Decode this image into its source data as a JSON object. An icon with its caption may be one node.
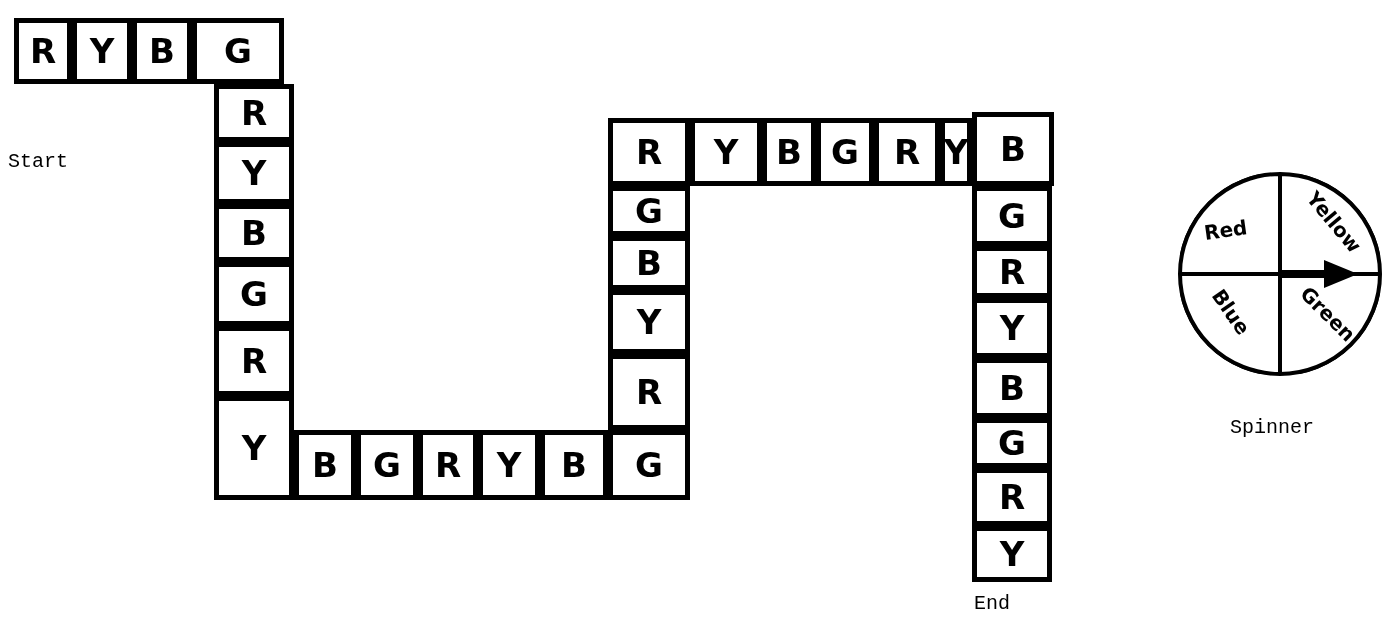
{
  "diagram": {
    "nodes": [
      {
        "text": [
          "R"
        ]
      },
      {
        "text": [
          "Y"
        ]
      },
      {
        "text": [
          "B"
        ]
      },
      {
        "text": [
          "G"
        ]
      },
      {
        "text": [
          "R"
        ]
      },
      {
        "text": [
          "Y"
        ]
      },
      {
        "text": [
          "B"
        ]
      },
      {
        "text": [
          "G"
        ]
      },
      {
        "text": [
          "R"
        ]
      },
      {
        "text": [
          "Y"
        ]
      },
      {
        "text": [
          "B"
        ]
      },
      {
        "text": [
          "G"
        ]
      },
      {
        "text": [
          "R"
        ]
      },
      {
        "text": [
          "Y"
        ]
      },
      {
        "text": [
          "B"
        ]
      },
      {
        "text": [
          "G"
        ]
      },
      {
        "text": [
          "R"
        ]
      },
      {
        "text": [
          "Y"
        ]
      },
      {
        "text": [
          "B"
        ]
      },
      {
        "text": [
          "G"
        ]
      },
      {
        "text": [
          "R"
        ]
      },
      {
        "text": [
          "Y"
        ]
      },
      {
        "text": [
          "B"
        ]
      },
      {
        "text": [
          "G"
        ]
      },
      {
        "text": [
          "R"
        ]
      },
      {
        "text": [
          "Y"
        ]
      },
      {
        "text": [
          "B"
        ]
      },
      {
        "text": [
          "G"
        ]
      },
      {
        "text": [
          "R"
        ]
      },
      {
        "text": [
          "Y"
        ]
      },
      {
        "text": [
          "B"
        ]
      },
      {
        "text": [
          "G"
        ]
      },
      {
        "text": [
          "R"
        ]
      },
      {
        "text": [
          "Y"
        ],
        "beside": [
          "End"
        ]
      },
      {
        "text": [],
        "shape": "circle",
        "beside": [
          "Spinner"
        ]
      },
      {
        "text": [
          "Red"
        ],
        "in": 34
      },
      {
        "text": [
          "Yellow"
        ],
        "in": 34
      },
      {
        "text": [
          "Blue"
        ],
        "in": 34
      },
      {
        "text": [
          "Green"
        ],
        "in": 34
      }
    ],
    "edges": [],
    "labels": [
      "Start"
    ]
  }
}
